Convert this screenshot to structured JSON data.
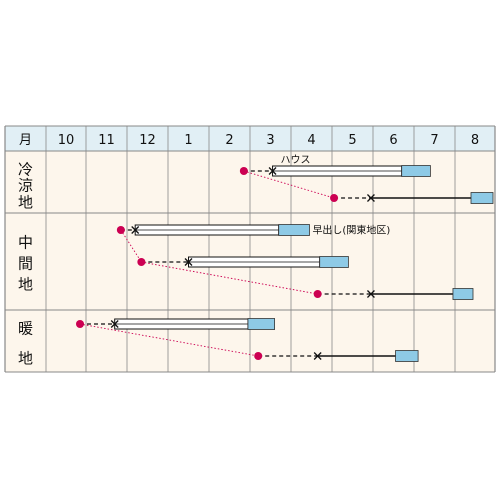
{
  "header": {
    "corner": "月",
    "months": [
      "10",
      "11",
      "12",
      "1",
      "2",
      "3",
      "4",
      "5",
      "6",
      "7",
      "8"
    ]
  },
  "regions": [
    {
      "chars": [
        "冷",
        "涼",
        "地"
      ]
    },
    {
      "chars": [
        "中",
        "間",
        "地"
      ]
    },
    {
      "chars": [
        "暖",
        "地"
      ]
    }
  ],
  "annotations": {
    "house": "ハウス",
    "early": "早出し(関東地区)"
  },
  "colors": {
    "header_bg": "#e1eff5",
    "cell_bg": "#fdf6ec",
    "grid": "#888888",
    "sow_dot": "#cc0052",
    "harvest": "#8ecae6",
    "line": "#111111"
  },
  "chart_data": {
    "type": "table",
    "rows": [
      {
        "region": 0,
        "sow": 2.85,
        "plant": 3.55,
        "grow_end": 6.7,
        "harvest_end": 7.4,
        "grow": "box",
        "note": "house"
      },
      {
        "region": 0,
        "sow": 5.05,
        "plant": 5.95,
        "grow_end": 8.4,
        "harvest_end": 8.95,
        "grow": "line"
      },
      {
        "region": 1,
        "sow": 11.85,
        "plant": 0.2,
        "grow_end": 3.7,
        "harvest_end": 4.45,
        "grow": "box",
        "note": "early"
      },
      {
        "region": 1,
        "sow": 12.35,
        "plant": 1.5,
        "grow_end": 4.7,
        "harvest_end": 5.4,
        "grow": "box"
      },
      {
        "region": 1,
        "sow": 4.65,
        "plant": 5.95,
        "grow_end": 7.95,
        "harvest_end": 8.45,
        "grow": "line"
      },
      {
        "region": 2,
        "sow": 10.85,
        "plant": 11.7,
        "grow_end": 2.95,
        "harvest_end": 3.6,
        "grow": "box"
      },
      {
        "region": 2,
        "sow": 3.2,
        "plant": 4.65,
        "grow_end": 6.55,
        "harvest_end": 7.1,
        "grow": "line"
      }
    ],
    "links": [
      [
        0,
        1
      ],
      [
        2,
        3
      ],
      [
        3,
        4
      ],
      [
        5,
        6
      ]
    ]
  }
}
